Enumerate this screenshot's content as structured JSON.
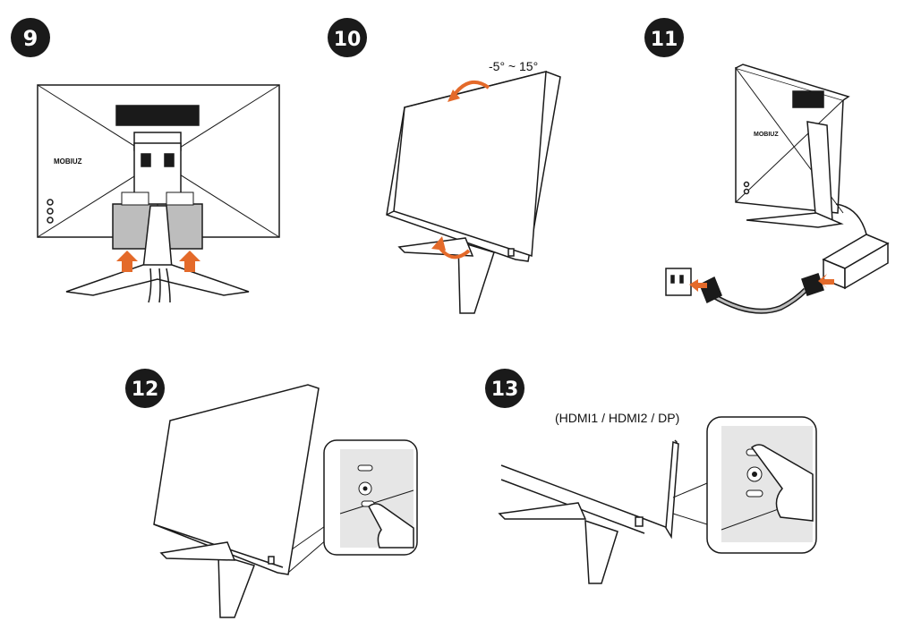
{
  "steps": [
    {
      "number": "9"
    },
    {
      "number": "10",
      "label": "-5° ~ 15°"
    },
    {
      "number": "11"
    },
    {
      "number": "12"
    },
    {
      "number": "13",
      "label": "(HDMI1 / HDMI2 / DP)"
    }
  ],
  "brand_text": "MOBIUZ",
  "colors": {
    "badge": "#1a1a1a",
    "outline": "#1a1a1a",
    "arrow": "#e46a2a",
    "shade": "#bdbdbd",
    "inset_fill": "#e6e6e6"
  }
}
